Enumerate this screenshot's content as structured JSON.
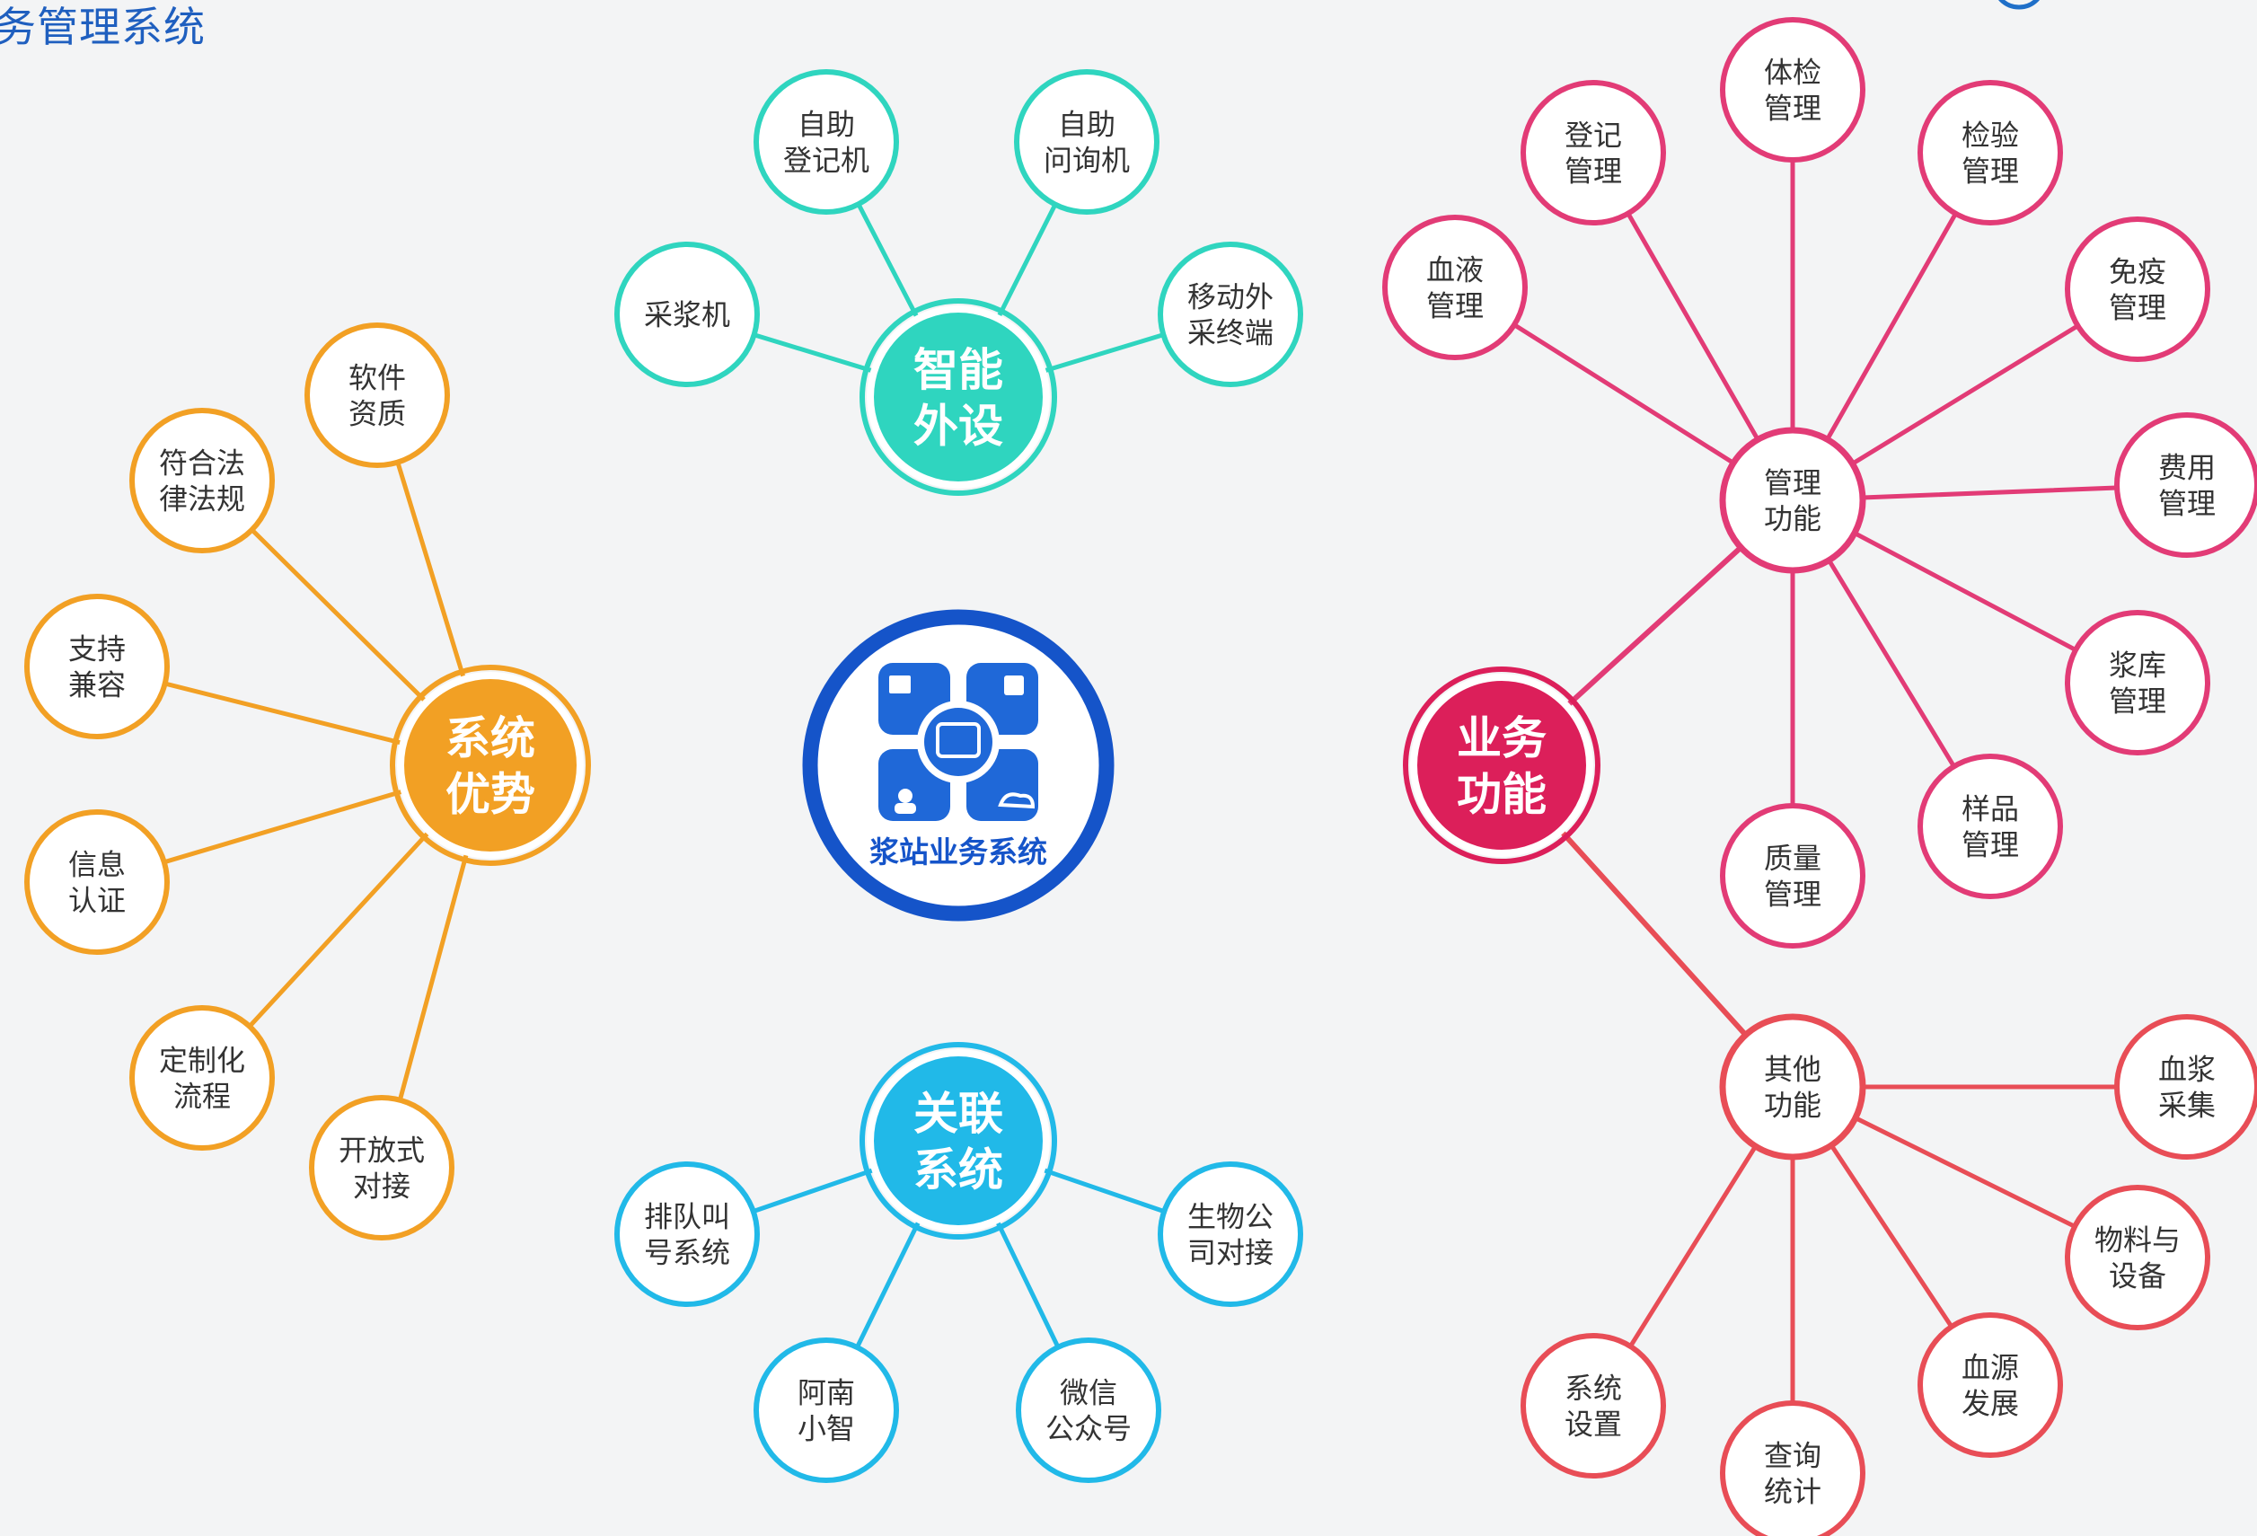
{
  "header": {
    "title": "务管理系统"
  },
  "center": {
    "label": "浆站业务系统",
    "color": "#1554c9"
  },
  "hubs": [
    {
      "id": "peripherals",
      "lines": [
        "智能",
        "外设"
      ],
      "color": "#2fd5bf",
      "children": [
        {
          "lines": [
            "自助",
            "登记机"
          ]
        },
        {
          "lines": [
            "自助",
            "问询机"
          ]
        },
        {
          "lines": [
            "采浆机"
          ]
        },
        {
          "lines": [
            "移动外",
            "采终端"
          ]
        }
      ]
    },
    {
      "id": "advantages",
      "lines": [
        "系统",
        "优势"
      ],
      "color": "#f2a024",
      "children": [
        {
          "lines": [
            "软件",
            "资质"
          ]
        },
        {
          "lines": [
            "符合法",
            "律法规"
          ]
        },
        {
          "lines": [
            "支持",
            "兼容"
          ]
        },
        {
          "lines": [
            "信息",
            "认证"
          ]
        },
        {
          "lines": [
            "定制化",
            "流程"
          ]
        },
        {
          "lines": [
            "开放式",
            "对接"
          ]
        }
      ]
    },
    {
      "id": "related",
      "lines": [
        "关联",
        "系统"
      ],
      "color": "#21b9e8",
      "children": [
        {
          "lines": [
            "排队叫",
            "号系统"
          ]
        },
        {
          "lines": [
            "生物公",
            "司对接"
          ]
        },
        {
          "lines": [
            "阿南",
            "小智"
          ]
        },
        {
          "lines": [
            "微信",
            "公众号"
          ]
        }
      ]
    },
    {
      "id": "business",
      "lines": [
        "业务",
        "功能"
      ],
      "color": "#dc1f5a",
      "children": []
    }
  ],
  "subhubs": [
    {
      "id": "management",
      "lines": [
        "管理",
        "功能"
      ],
      "color": "#e23b76",
      "children": [
        {
          "lines": [
            "体检",
            "管理"
          ]
        },
        {
          "lines": [
            "登记",
            "管理"
          ]
        },
        {
          "lines": [
            "检验",
            "管理"
          ]
        },
        {
          "lines": [
            "血液",
            "管理"
          ]
        },
        {
          "lines": [
            "免疫",
            "管理"
          ]
        },
        {
          "lines": [
            "费用",
            "管理"
          ]
        },
        {
          "lines": [
            "浆库",
            "管理"
          ]
        },
        {
          "lines": [
            "样品",
            "管理"
          ]
        },
        {
          "lines": [
            "质量",
            "管理"
          ]
        }
      ]
    },
    {
      "id": "other",
      "lines": [
        "其他",
        "功能"
      ],
      "color": "#e84d56",
      "children": [
        {
          "lines": [
            "血浆",
            "采集"
          ]
        },
        {
          "lines": [
            "物料与",
            "设备"
          ]
        },
        {
          "lines": [
            "血源",
            "发展"
          ]
        },
        {
          "lines": [
            "查询",
            "统计"
          ]
        },
        {
          "lines": [
            "系统",
            "设置"
          ]
        }
      ]
    }
  ]
}
